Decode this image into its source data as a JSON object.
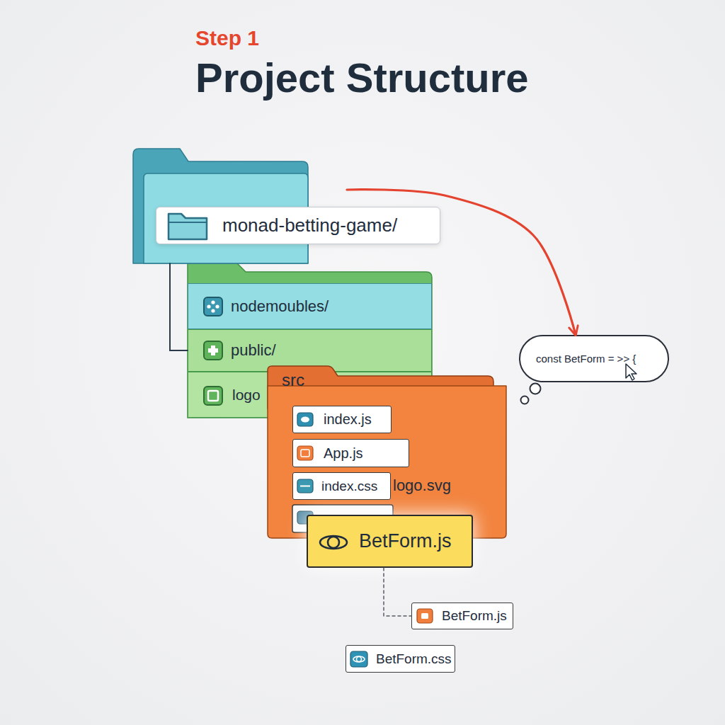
{
  "diagram": {
    "title": "Project Structure",
    "nodes": [
      {
        "text": [
          "monad-betting-game/"
        ]
      },
      {
        "text": [
          "nodemoubles/"
        ]
      },
      {
        "text": [
          "public/"
        ]
      },
      {
        "text": [
          "logo"
        ]
      },
      {
        "text": [
          "src"
        ]
      },
      {
        "text": [
          "index.js"
        ],
        "in": 4
      },
      {
        "text": [
          "App.js"
        ],
        "in": 4
      },
      {
        "text": [
          "index.css"
        ],
        "in": 4
      },
      {
        "text": [
          "BetForm.js"
        ],
        "in": 4
      },
      {
        "text": [
          "const BetForm = >> {"
        ]
      },
      {
        "text": [
          "BetForm.js"
        ]
      },
      {
        "text": [
          "BetForm.css"
        ]
      }
    ],
    "edges": [
      {
        "from": 0,
        "to": 9,
        "arrow": "to"
      },
      {
        "from": 0,
        "to": 2,
        "arrow": "none"
      },
      {
        "from": 8,
        "to": 10,
        "arrow": "none"
      }
    ],
    "labels": [
      "Step 1",
      "logo.svg"
    ]
  }
}
